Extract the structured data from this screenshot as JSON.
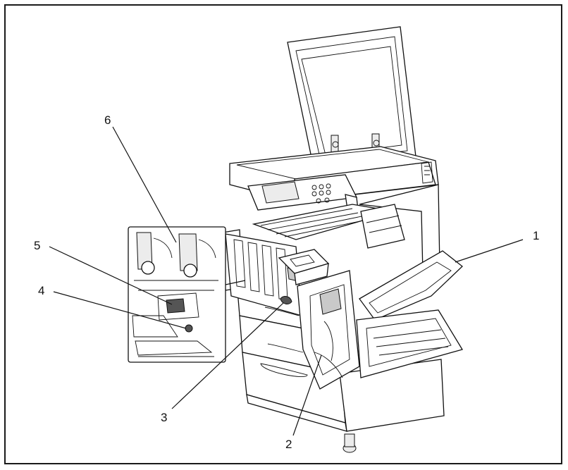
{
  "callouts": [
    {
      "id": "1",
      "label": "1"
    },
    {
      "id": "2",
      "label": "2"
    },
    {
      "id": "3",
      "label": "3"
    },
    {
      "id": "4",
      "label": "4"
    },
    {
      "id": "5",
      "label": "5"
    },
    {
      "id": "6",
      "label": "6"
    }
  ],
  "colors": {
    "line": "#111111",
    "fill_shade": "#c9c9c9",
    "fill_dark": "#555555",
    "background": "#ffffff"
  }
}
